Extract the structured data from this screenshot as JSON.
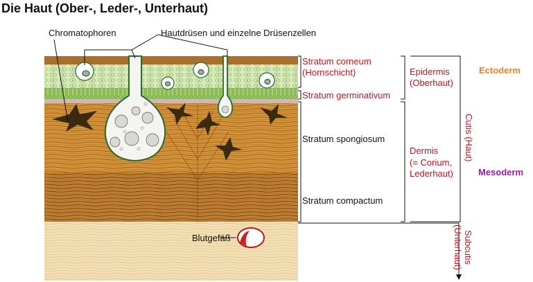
{
  "title": "Die Haut (Ober-, Leder-, Unterhaut)",
  "labels": {
    "chromatophoren": "Chromatophoren",
    "hautdruesen": "Hautdrüsen und einzelne Drüsenzellen",
    "stratum_corneum": "Stratum corneum",
    "hornschicht": "(Hornschicht)",
    "stratum_germinativum": "Stratum germinativum",
    "stratum_spongiosum": "Stratum spongiosum",
    "stratum_compactum": "Stratum compactum",
    "blutgefaess": "Blutgefäß",
    "epidermis": "Epidermis",
    "oberhaut": "(Oberhaut)",
    "dermis": "Dermis",
    "corium": "(= Corium,",
    "lederhaut": "Lederhaut)",
    "cutis": "Cutis (Haut)",
    "subcutis": "Subcutis",
    "unterhaut": "(Unterhaut)",
    "ectoderm": "Ectoderm",
    "mesoderm": "Mesoderm"
  },
  "colors": {
    "accent_red": "#c0141c",
    "ectoderm": "#e8821a",
    "mesoderm": "#9a1aa8",
    "dermis": "#dc9a3c",
    "epidermis": "#d4e8b4",
    "subcutis": "#f0dcb0"
  }
}
